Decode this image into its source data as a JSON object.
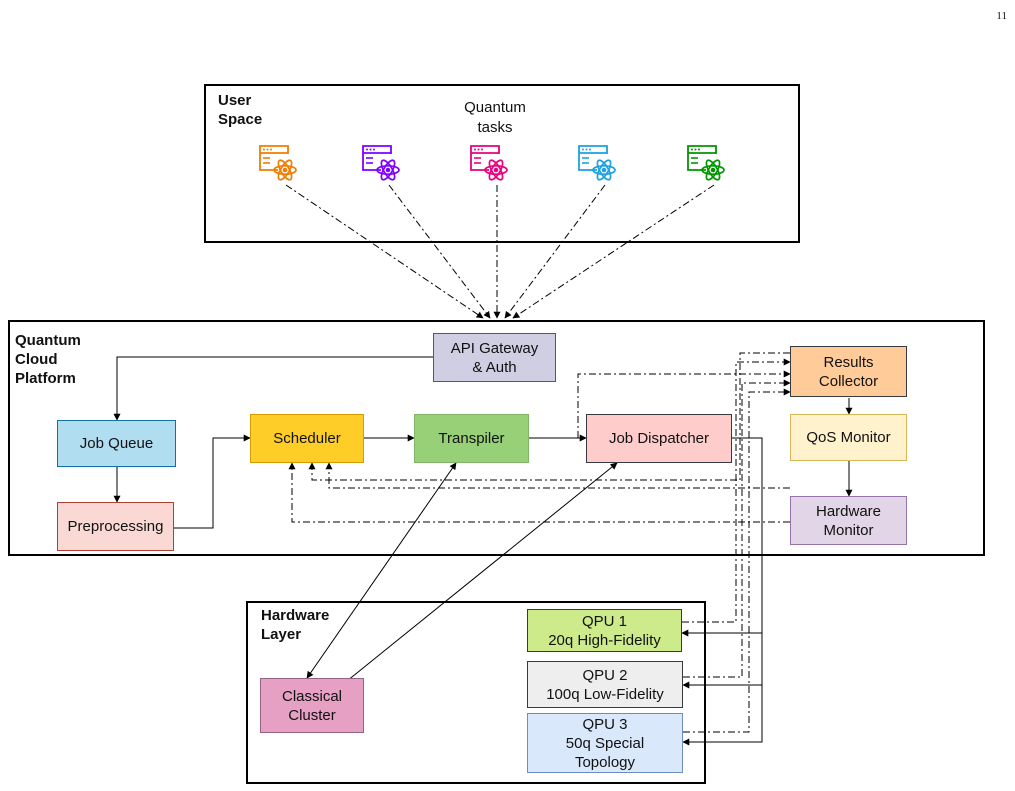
{
  "page_number": "11",
  "regions": {
    "user_space": "User\nSpace",
    "cloud_platform": "Quantum\nCloud\nPlatform",
    "hardware_layer": "Hardware\nLayer"
  },
  "tasks_label": "Quantum\ntasks",
  "task_icons": [
    {
      "icon": "quantum-task-icon",
      "color": "#f07d00"
    },
    {
      "icon": "quantum-task-icon",
      "color": "#7f00ff"
    },
    {
      "icon": "quantum-task-icon",
      "color": "#e8007e"
    },
    {
      "icon": "quantum-task-icon",
      "color": "#1ba1e2"
    },
    {
      "icon": "quantum-task-icon",
      "color": "#009600"
    }
  ],
  "nodes": {
    "api_gateway": {
      "label": "API Gateway\n& Auth",
      "fill": "#d0cee2",
      "stroke": "#56517e"
    },
    "results_collector": {
      "label": "Results\nCollector",
      "fill": "#ffcc99",
      "stroke": "#36393d"
    },
    "job_queue": {
      "label": "Job Queue",
      "fill": "#b1ddf0",
      "stroke": "#10739e"
    },
    "scheduler": {
      "label": "Scheduler",
      "fill": "#ffcd28",
      "stroke": "#d79b00"
    },
    "transpiler": {
      "label": "Transpiler",
      "fill": "#97d077",
      "stroke": "#82b366"
    },
    "job_dispatcher": {
      "label": "Job Dispatcher",
      "fill": "#ffcccc",
      "stroke": "#36393d"
    },
    "qos_monitor": {
      "label": "QoS Monitor",
      "fill": "#fff2cc",
      "stroke": "#d6b656"
    },
    "preprocessing": {
      "label": "Preprocessing",
      "fill": "#fad9d5",
      "stroke": "#ae4132"
    },
    "hardware_monitor": {
      "label": "Hardware\nMonitor",
      "fill": "#e1d5e7",
      "stroke": "#9673a6"
    },
    "qpu1": {
      "label": "QPU 1\n20q High-Fidelity",
      "fill": "#cdeb8b",
      "stroke": "#36393d"
    },
    "qpu2": {
      "label": "QPU 2\n100q Low-Fidelity",
      "fill": "#eeeeee",
      "stroke": "#36393d"
    },
    "qpu3": {
      "label": "QPU 3\n50q Special\nTopology",
      "fill": "#dae8fc",
      "stroke": "#6c8ebf"
    },
    "classical_cluster": {
      "label": "Classical\nCluster",
      "fill": "#e6a0c4",
      "stroke": "#996185"
    }
  }
}
